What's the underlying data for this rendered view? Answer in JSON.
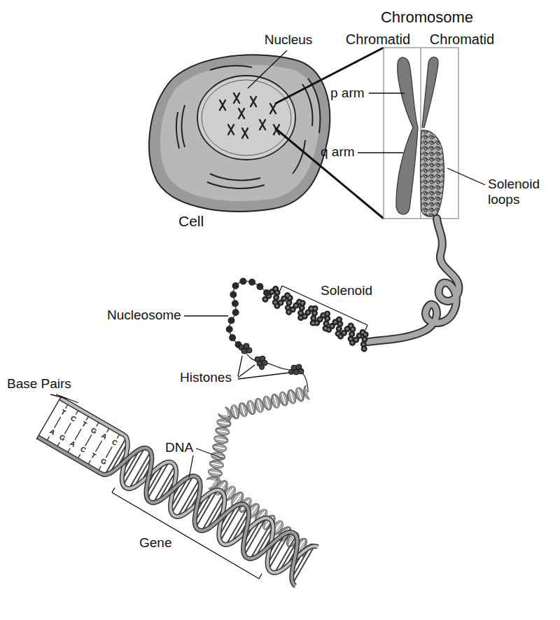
{
  "diagram": {
    "labels": [
      "Chromosome",
      "Chromatid",
      "Chromatid",
      "Nucleus",
      "p arm",
      "q arm",
      "Solenoid loops",
      "Cell",
      "Solenoid",
      "Nucleosome",
      "Histones",
      "Base Pairs",
      "DNA",
      "Gene",
      "T",
      "A",
      "C",
      "G",
      "T",
      "A",
      "G",
      "C",
      "A",
      "T",
      "C",
      "G"
    ]
  }
}
